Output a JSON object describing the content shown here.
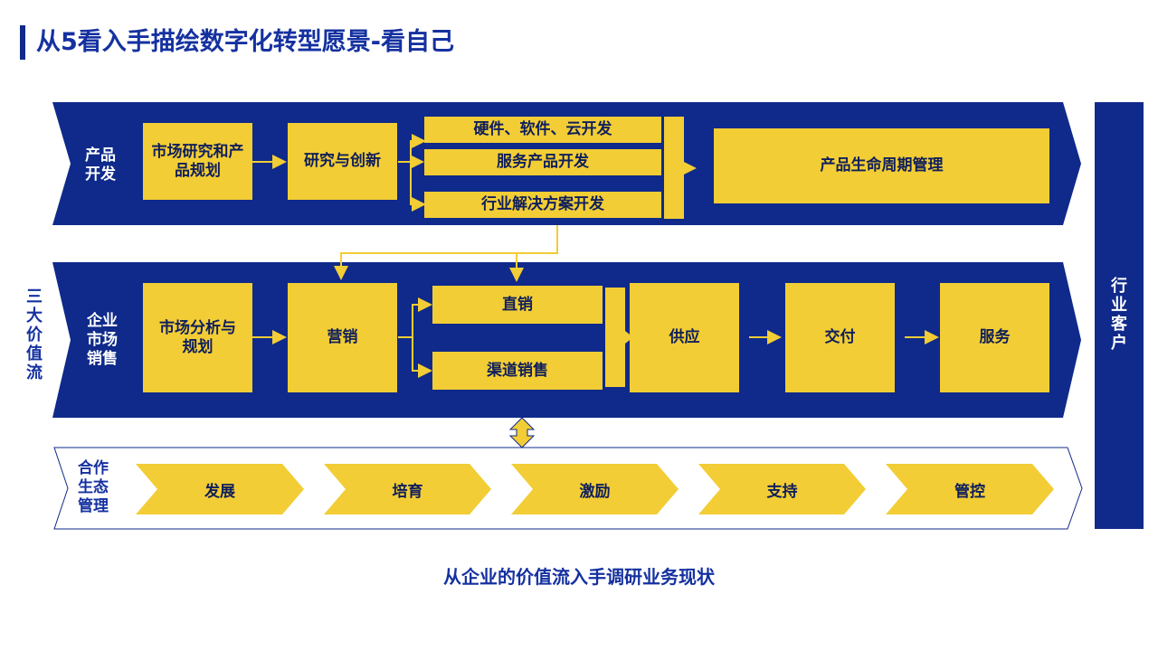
{
  "title": "从5看入手描绘数字化转型愿景-看自己",
  "left_vertical_label": "三大价值流",
  "right_panel_label": "行业客户",
  "row1": {
    "label": "产品\n开发",
    "box1": "市场研究和产品规划",
    "box2": "研究与创新",
    "branch1": "硬件、软件、云开发",
    "branch2": "服务产品开发",
    "branch3": "行业解决方案开发",
    "target": "产品生命周期管理"
  },
  "row2": {
    "label": "企业\n市场\n销售",
    "box1": "市场分析与规划",
    "box2": "营销",
    "branch1": "直销",
    "branch2": "渠道销售",
    "step1": "供应",
    "step2": "交付",
    "step3": "服务"
  },
  "row3": {
    "label": "合作\n生态\n管理",
    "chevrons": [
      "发展",
      "培育",
      "激励",
      "支持",
      "管控"
    ]
  },
  "footer": "从企业的价值流入手调研业务现状",
  "colors": {
    "navy": "#0f2a8a",
    "yellow": "#f2cd35",
    "text_blue": "#1531a0"
  }
}
